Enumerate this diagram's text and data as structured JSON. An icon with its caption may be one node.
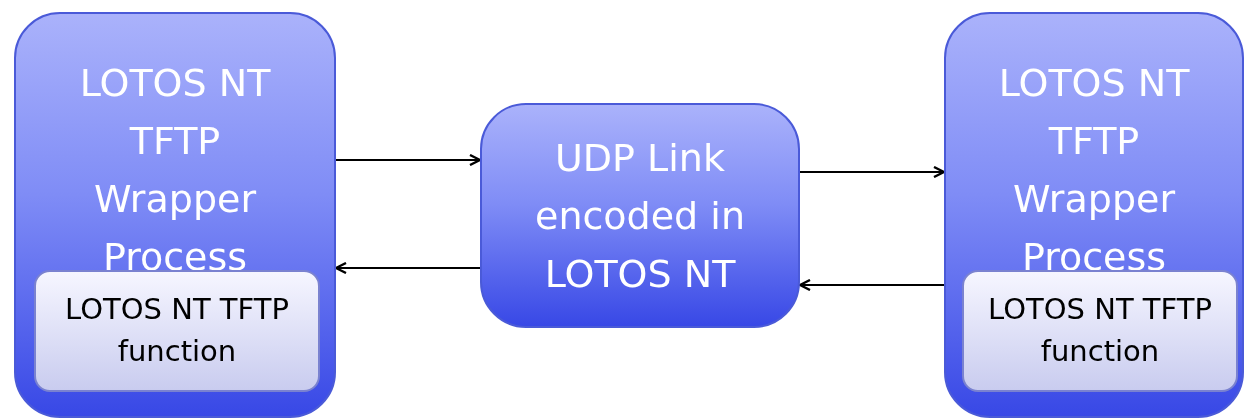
{
  "diagram": {
    "nodes": [
      {
        "text": [
          "LOTOS NT TFTP Wrapper Process"
        ]
      },
      {
        "text": [
          "LOTOS NT TFTP function"
        ],
        "in": 0
      },
      {
        "text": [
          "UDP Link encoded in LOTOS NT"
        ]
      },
      {
        "text": [
          "LOTOS NT TFTP Wrapper Process"
        ]
      },
      {
        "text": [
          "LOTOS NT TFTP function"
        ],
        "in": 3
      }
    ],
    "edges": [
      {
        "from": 0,
        "to": 2,
        "arrow": "to"
      },
      {
        "from": 2,
        "to": 0,
        "arrow": "to"
      },
      {
        "from": 2,
        "to": 3,
        "arrow": "to"
      },
      {
        "from": 3,
        "to": 2,
        "arrow": "to"
      }
    ]
  }
}
